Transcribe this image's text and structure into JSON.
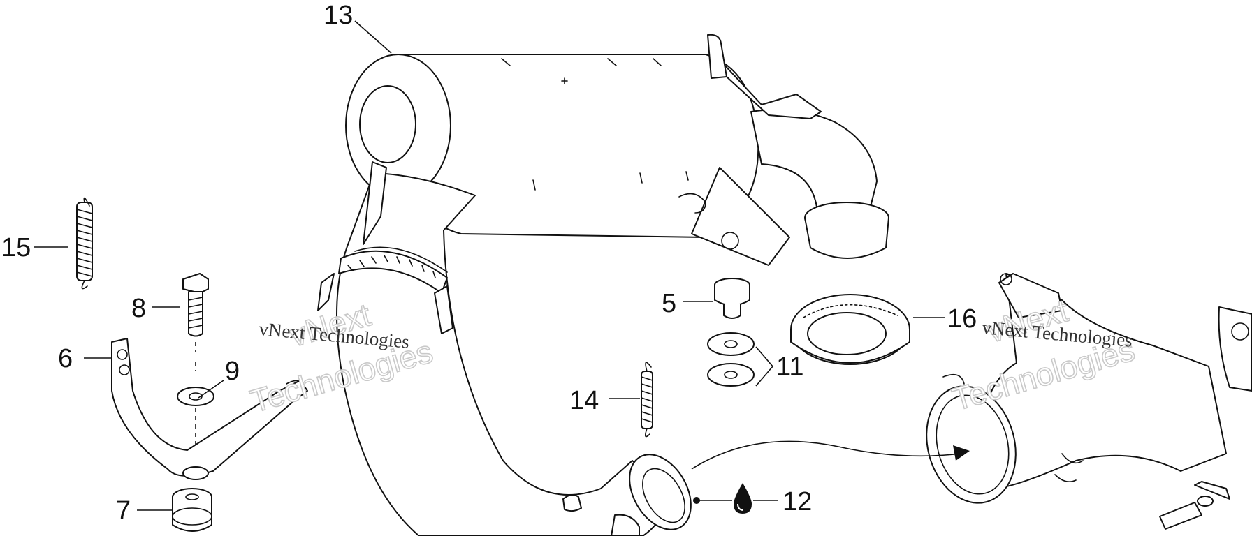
{
  "callouts": [
    {
      "id": "13",
      "label": "13"
    },
    {
      "id": "15",
      "label": "15"
    },
    {
      "id": "8",
      "label": "8"
    },
    {
      "id": "6",
      "label": "6"
    },
    {
      "id": "9",
      "label": "9"
    },
    {
      "id": "7",
      "label": "7"
    },
    {
      "id": "5",
      "label": "5"
    },
    {
      "id": "16",
      "label": "16"
    },
    {
      "id": "11",
      "label": "11"
    },
    {
      "id": "14",
      "label": "14"
    },
    {
      "id": "12",
      "label": "12"
    }
  ],
  "watermark": {
    "line1": "vNext",
    "line2": "Technologies",
    "caption": "vNext Technologies"
  }
}
